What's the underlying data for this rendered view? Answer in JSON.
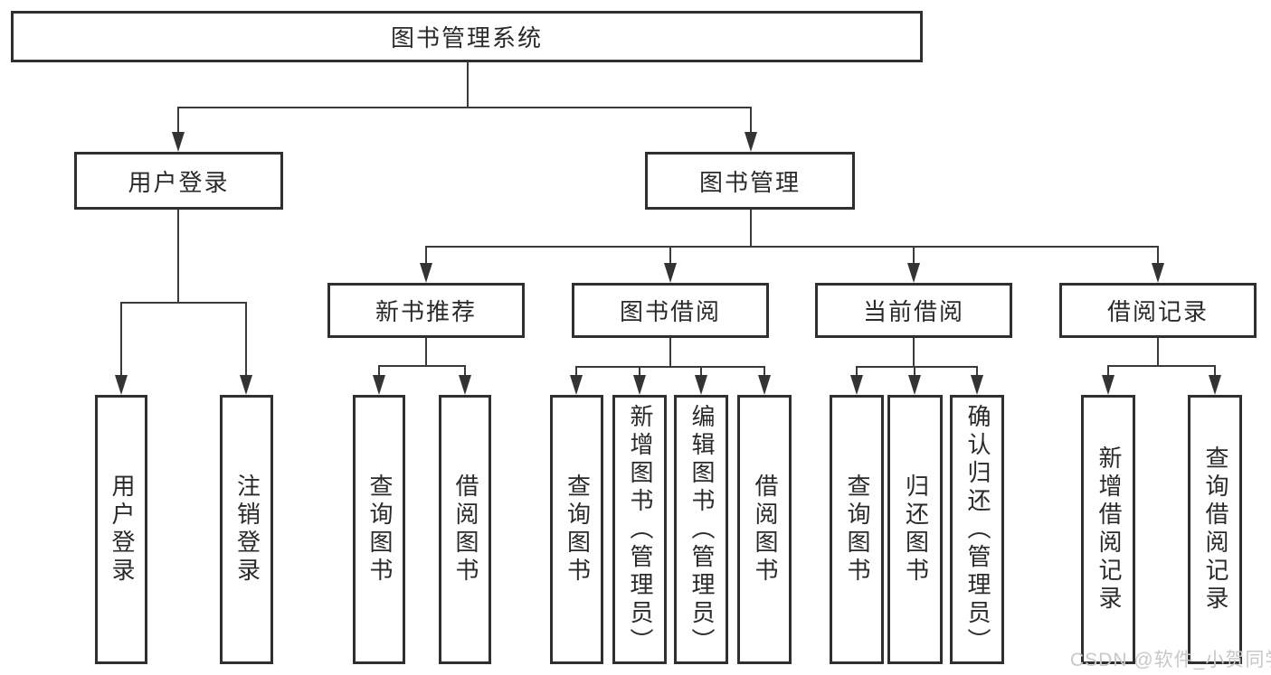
{
  "nodes": {
    "root": {
      "label": "图书管理系统"
    },
    "user_login": {
      "label": "用户登录"
    },
    "book_management": {
      "label": "图书管理"
    },
    "new_book_recommend": {
      "label": "新书推荐"
    },
    "book_borrowing": {
      "label": "图书借阅"
    },
    "current_borrowing": {
      "label": "当前借阅"
    },
    "borrowing_records": {
      "label": "借阅记录"
    },
    "login": {
      "label": "用户登录"
    },
    "logout": {
      "label": "注销登录"
    },
    "nbr_query": {
      "label": "查询图书"
    },
    "nbr_borrow": {
      "label": "借阅图书"
    },
    "bb_query": {
      "label": "查询图书"
    },
    "bb_add": {
      "label": "新增图书（管理员）"
    },
    "bb_edit": {
      "label": "编辑图书（管理员）"
    },
    "bb_borrow": {
      "label": "借阅图书"
    },
    "cb_query": {
      "label": "查询图书"
    },
    "cb_return": {
      "label": "归还图书"
    },
    "cb_confirm": {
      "label": "确认归还（管理员）"
    },
    "br_add": {
      "label": "新增借阅记录"
    },
    "br_query": {
      "label": "查询借阅记录"
    }
  },
  "hierarchy": [
    {
      "parent": "root",
      "children": [
        "user_login",
        "book_management"
      ]
    },
    {
      "parent": "user_login",
      "children": [
        "login",
        "logout"
      ]
    },
    {
      "parent": "book_management",
      "children": [
        "new_book_recommend",
        "book_borrowing",
        "current_borrowing",
        "borrowing_records"
      ]
    },
    {
      "parent": "new_book_recommend",
      "children": [
        "nbr_query",
        "nbr_borrow"
      ]
    },
    {
      "parent": "book_borrowing",
      "children": [
        "bb_query",
        "bb_add",
        "bb_edit",
        "bb_borrow"
      ]
    },
    {
      "parent": "current_borrowing",
      "children": [
        "cb_query",
        "cb_return",
        "cb_confirm"
      ]
    },
    {
      "parent": "borrowing_records",
      "children": [
        "br_add",
        "br_query"
      ]
    }
  ],
  "watermark": {
    "text": "CSDN @软件_小贺同学"
  },
  "colors": {
    "background": "#ffffff",
    "box_border": "#2f2f2f",
    "line": "#3a3a3a",
    "text": "#2a2a2a",
    "watermark": "#c8c8c8"
  }
}
